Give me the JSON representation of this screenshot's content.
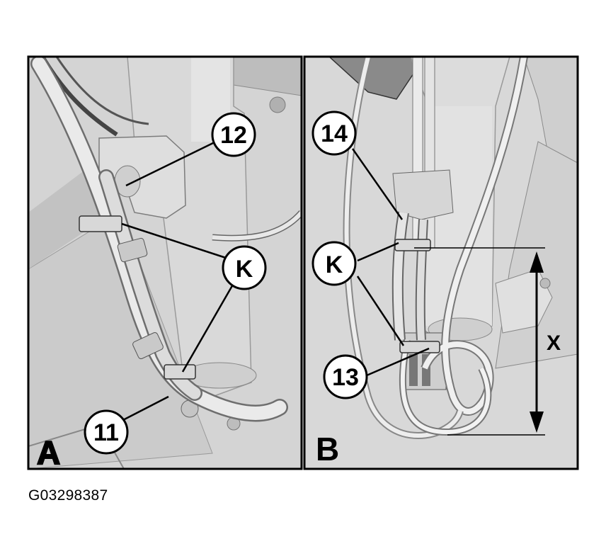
{
  "figure_id": "G03298387",
  "panels": [
    {
      "label": "A"
    },
    {
      "label": "B"
    }
  ],
  "callouts": {
    "a12": "12",
    "aK": "K",
    "a11": "11",
    "b14": "14",
    "bK": "K",
    "b13": "13"
  },
  "dimension": {
    "label": "X"
  },
  "colors": {
    "background": "#d6d6d6",
    "part_light": "#e6e6e6",
    "part_mid": "#c8c8c8",
    "line": "#000000"
  }
}
